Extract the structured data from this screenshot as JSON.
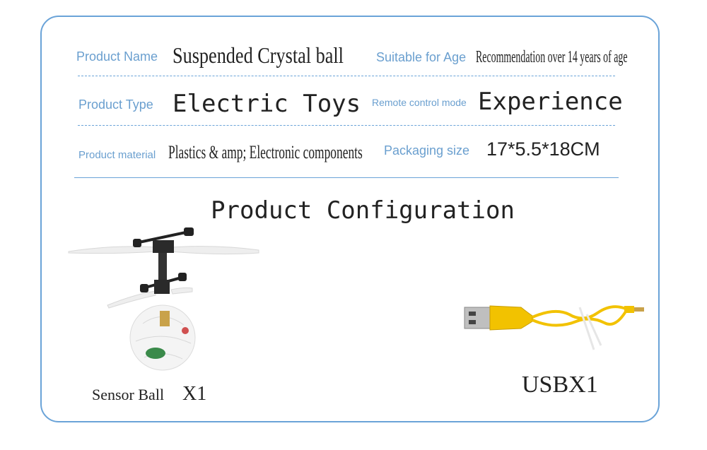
{
  "specs": [
    {
      "label": "Product Name",
      "value": "Suspended Crystal ball"
    },
    {
      "label": "Suitable for Age",
      "value": "Recommendation over 14 years of age"
    },
    {
      "label": "Product Type",
      "value": "Electric Toys"
    },
    {
      "label": "Remote control mode",
      "value": "Experience"
    },
    {
      "label": "Product material",
      "value": "Plastics & amp; Electronic components"
    },
    {
      "label": "Packaging size",
      "value": "17*5.5*18CM"
    }
  ],
  "configuration": {
    "title": "Product Configuration",
    "items": [
      {
        "name": "Sensor Ball",
        "qty": "X1"
      },
      {
        "name": "USBX1"
      }
    ]
  },
  "colors": {
    "accent": "#6aa3d8",
    "label": "#6a9fcf",
    "text": "#222222",
    "cable": "#f2c200"
  }
}
